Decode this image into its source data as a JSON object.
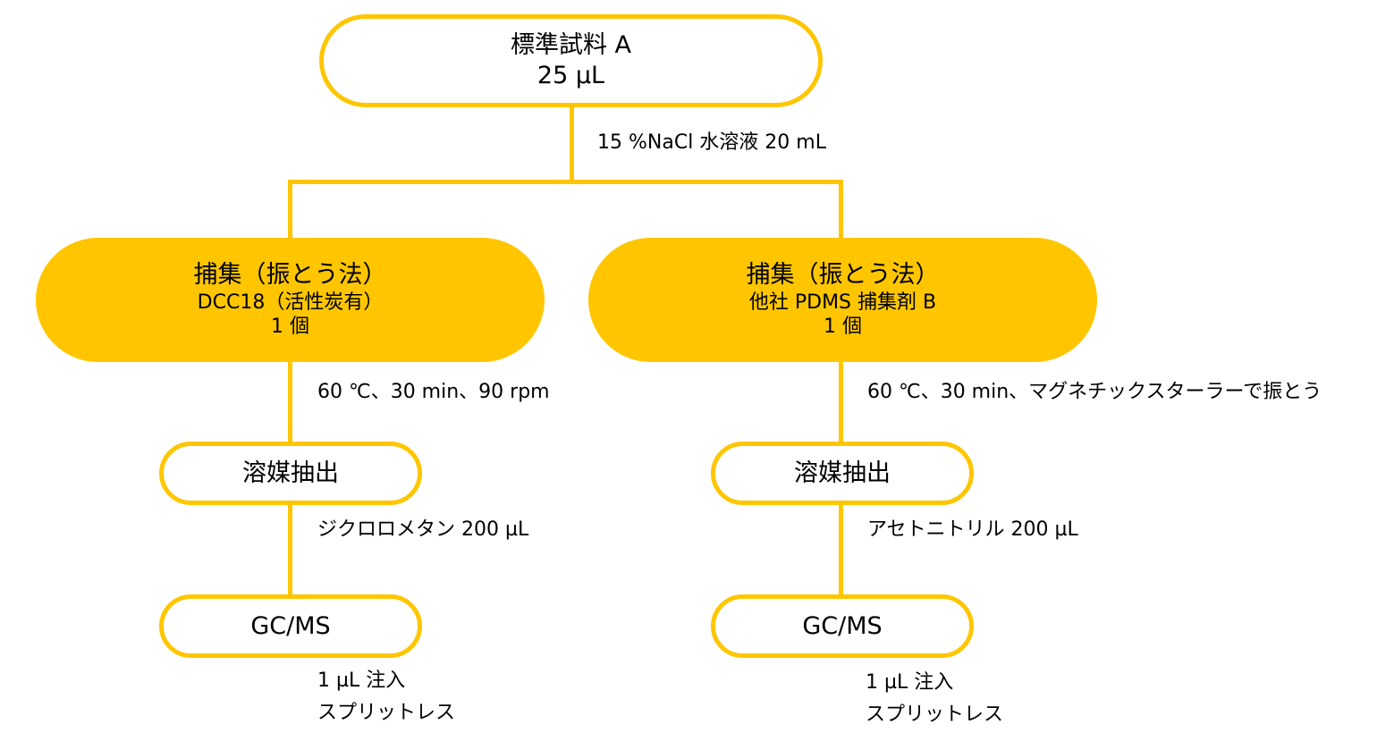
{
  "colors": {
    "accent": "#FFC600",
    "background": "#FFFFFF",
    "text": "#000000"
  },
  "top": {
    "line1": "標準試料 A",
    "line2": "25 µL",
    "reagent": "15 %NaCl 水溶液 20 mL"
  },
  "left": {
    "capture": {
      "line1": "捕集（振とう法）",
      "line2": "DCC18（活性炭有）",
      "line3": "1 個"
    },
    "capture_condition": "60 ℃、30 min、90 rpm",
    "extraction": "溶媒抽出",
    "solvent": "ジクロロメタン 200 µL",
    "analysis": "GC/MS",
    "injection_line1": "1 µL 注入",
    "injection_line2": "スプリットレス"
  },
  "right": {
    "capture": {
      "line1": "捕集（振とう法）",
      "line2": "他社 PDMS 捕集剤 B",
      "line3": "1 個"
    },
    "capture_condition": "60 ℃、30 min、マグネチックスターラーで振とう",
    "extraction": "溶媒抽出",
    "solvent": "アセトニトリル 200 µL",
    "analysis": "GC/MS",
    "injection_line1": "1 µL 注入",
    "injection_line2": "スプリットレス"
  }
}
